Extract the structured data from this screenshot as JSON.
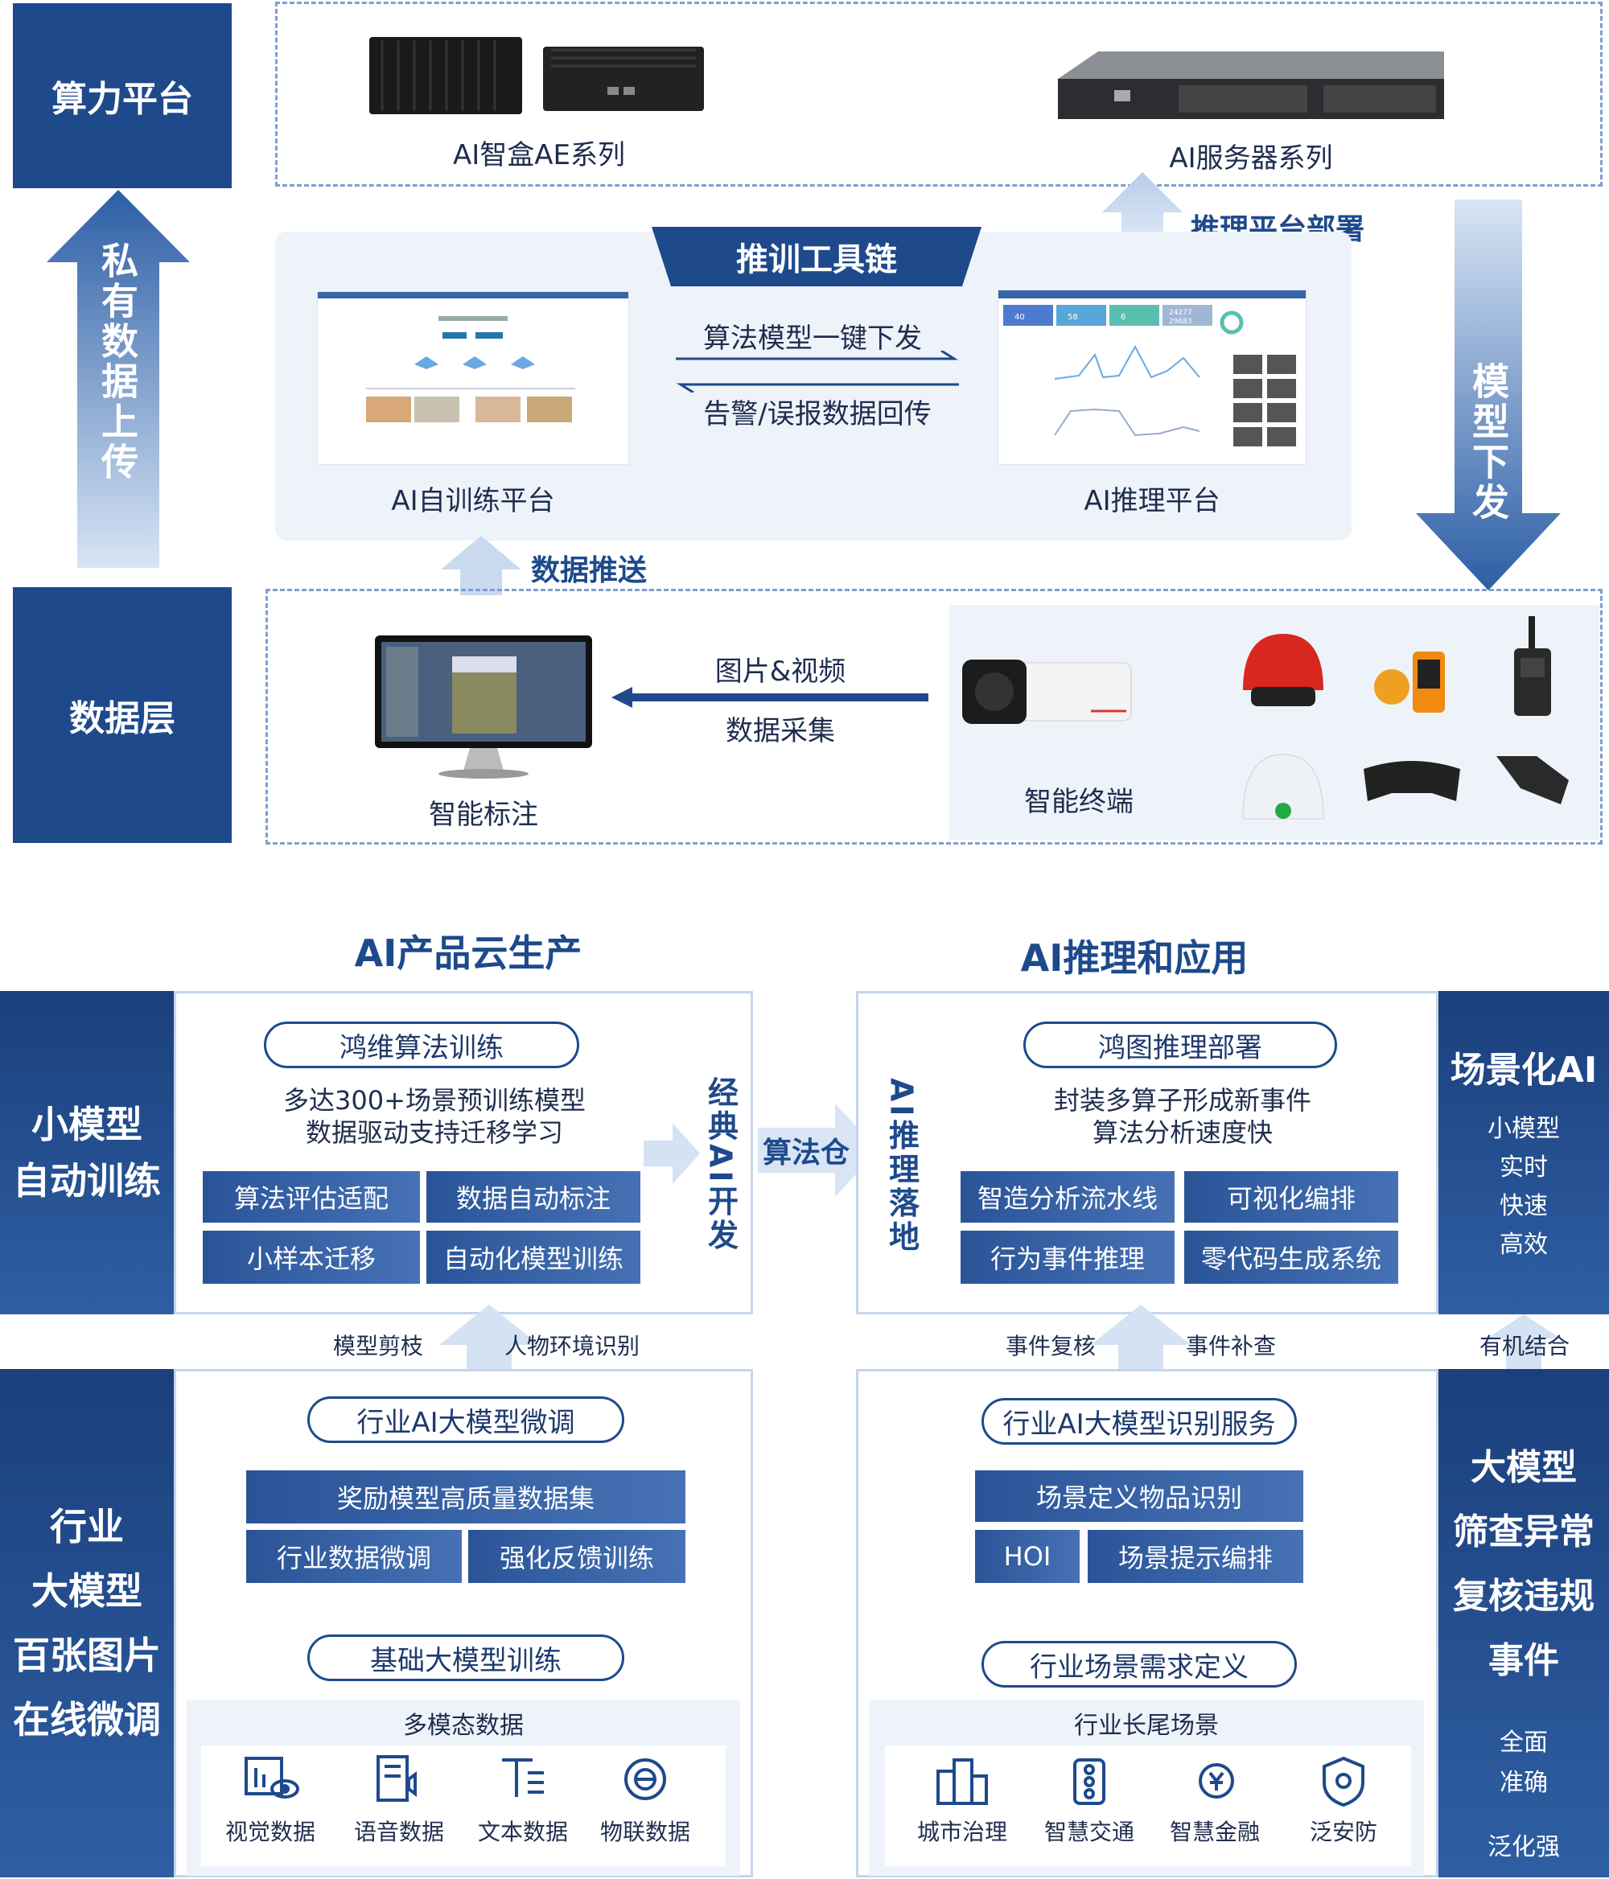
{
  "top": {
    "compute_layer": "算力平台",
    "data_layer": "数据层",
    "private_upload": "私有数据上传",
    "model_deploy_down": "模型下发",
    "ai_box": "AI智盒AE系列",
    "ai_server": "AI服务器系列",
    "inference_deploy": "推理平台部署",
    "toolchain": "推训工具链",
    "self_train": "AI自训练平台",
    "infer_platform": "AI推理平台",
    "arrow_one_click": "算法模型一键下发",
    "arrow_alarm_back": "告警/误报数据回传",
    "data_push": "数据推送",
    "smart_label": "智能标注",
    "smart_terminal": "智能终端",
    "img_video": "图片&视频",
    "data_collect": "数据采集",
    "dashboard_stats": [
      "40",
      "58",
      "6",
      "24277",
      "29683"
    ]
  },
  "bottom": {
    "left_heading": "AI产品云生产",
    "right_heading": "AI推理和应用",
    "small_model_title_1": "小模型",
    "small_model_title_2": "自动训练",
    "large_model_lines": [
      "行业",
      "大模型",
      "百张图片",
      "在线微调"
    ],
    "hw_train": "鸿维算法训练",
    "hw_desc_1": "多达300+场景预训练模型",
    "hw_desc_2": "数据驱动支持迁移学习",
    "left_chips": [
      "算法评估适配",
      "数据自动标注",
      "小样本迁移",
      "自动化模型训练"
    ],
    "classic_dev": "经典AI开发",
    "algo_repo": "算法仓",
    "ai_infer_land": "AI推理落地",
    "ht_infer": "鸿图推理部署",
    "ht_desc_1": "封装多算子形成新事件",
    "ht_desc_2": "算法分析速度快",
    "right_chips": [
      "智造分析流水线",
      "可视化编排",
      "行为事件推理",
      "零代码生成系统"
    ],
    "scene_ai": "场景化AI",
    "scene_ai_items": [
      "小模型",
      "实时",
      "快速",
      "高效"
    ],
    "model_prune": "模型剪枝",
    "person_env": "人物环境识别",
    "event_review": "事件复核",
    "event_check": "事件补查",
    "organic": "有机结合",
    "ft_title": "行业AI大模型微调",
    "reward_ds": "奖励模型高质量数据集",
    "industry_ft": "行业数据微调",
    "rl_feedback": "强化反馈训练",
    "base_train": "基础大模型训练",
    "multimodal": "多模态数据",
    "modal_items": [
      "视觉数据",
      "语音数据",
      "文本数据",
      "物联数据"
    ],
    "rec_service": "行业AI大模型识别服务",
    "scene_obj": "场景定义物品识别",
    "hoi": "HOI",
    "scene_prompt": "场景提示编排",
    "scene_req": "行业场景需求定义",
    "long_tail": "行业长尾场景",
    "scene_items": [
      "城市治理",
      "智慧交通",
      "智慧金融",
      "泛安防"
    ],
    "big_model_lines": [
      "大模型",
      "筛查异常",
      "复核违规",
      "事件"
    ],
    "big_model_small": [
      "全面",
      "准确"
    ],
    "generalize": "泛化强"
  }
}
